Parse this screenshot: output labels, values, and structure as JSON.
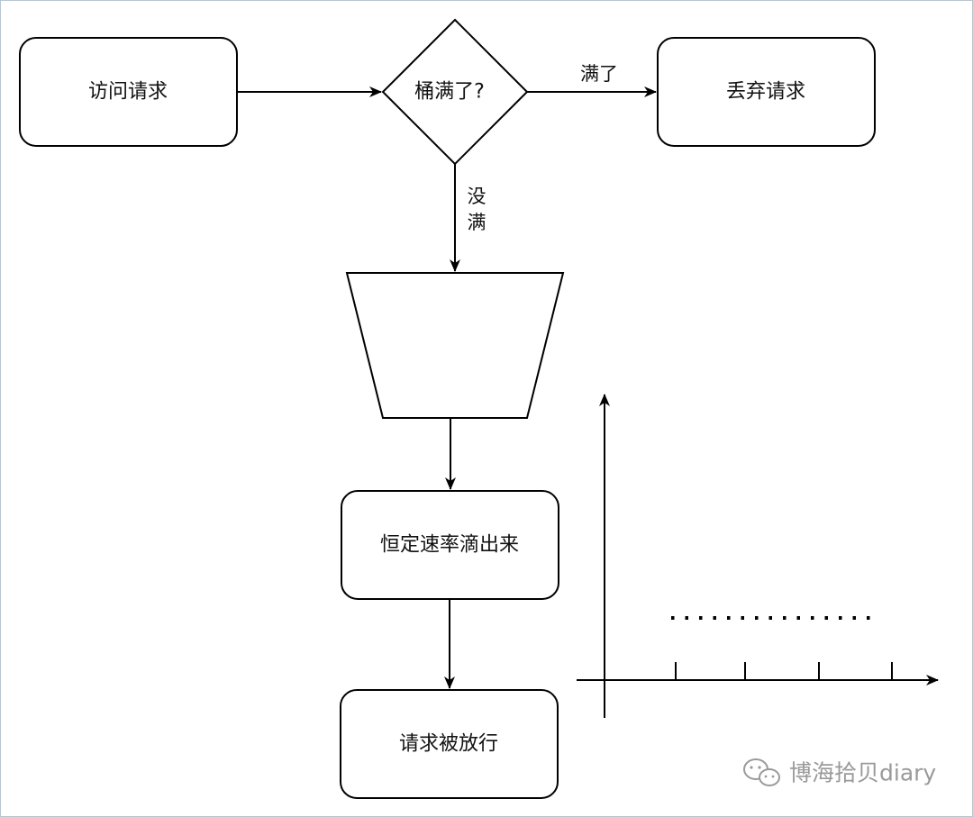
{
  "nodes": {
    "request": "访问请求",
    "decision": "桶满了?",
    "drop": "丢弃请求",
    "leak": "恒定速率滴出来",
    "pass": "请求被放行"
  },
  "edges": {
    "full_label": "满了",
    "not_full_label_line1": "没",
    "not_full_label_line2": "满"
  },
  "watermark": {
    "text": "博海拾贝diary",
    "icon": "wechat-icon"
  },
  "colors": {
    "stroke": "#000000",
    "text": "#111111",
    "watermark": "#9a9a9a",
    "border": "#b9c6cf"
  }
}
